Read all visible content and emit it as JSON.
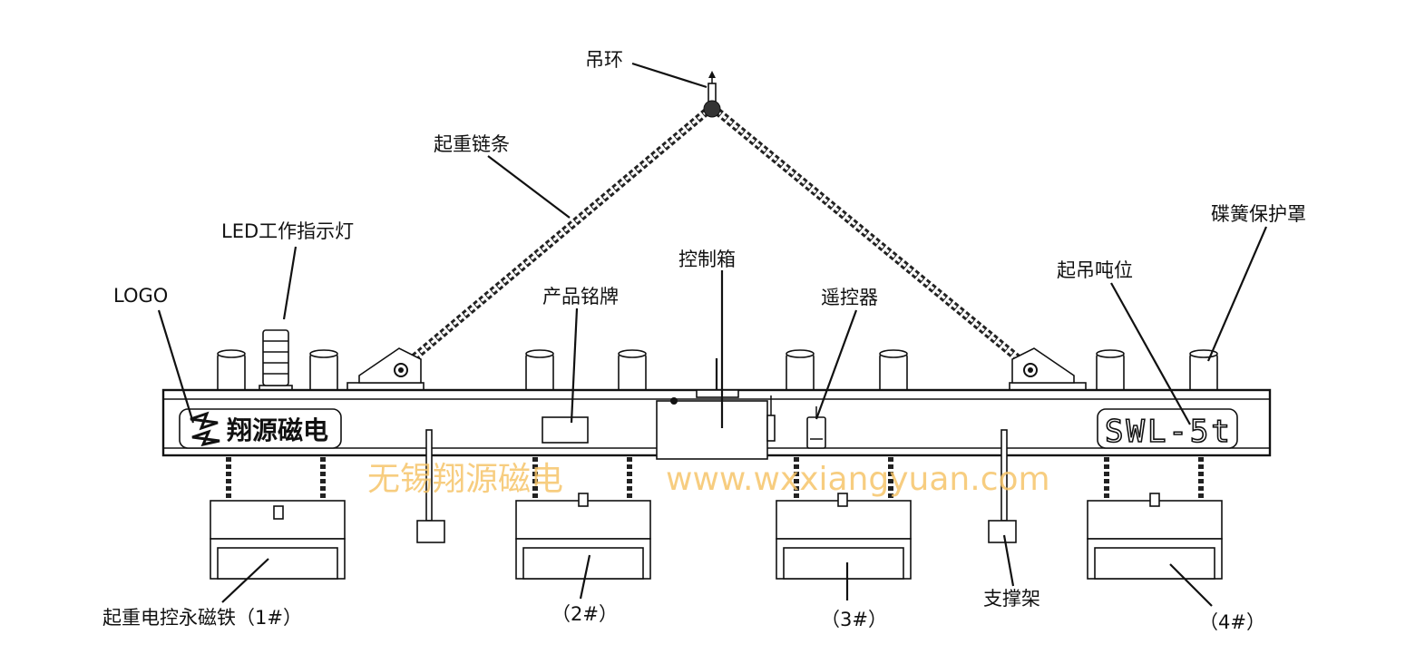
{
  "labels": {
    "hook": "吊环",
    "chain": "起重链条",
    "led": "LED工作指示灯",
    "logo": "LOGO",
    "nameplate": "产品铭牌",
    "control_box": "控制箱",
    "remote": "遥控器",
    "tonnage": "起吊吨位",
    "spring_cover": "碟簧保护罩",
    "support": "支撑架",
    "magnet_1": "起重电控永磁铁（1#）",
    "magnet_2": "（2#）",
    "magnet_3": "（3#）",
    "magnet_4": "（4#）"
  },
  "beam": {
    "logo_text": "翔源磁电",
    "swl_text": "SWL-5t"
  },
  "watermark": {
    "company": "无锡翔源磁电",
    "url": "www.wxxiangyuan.com"
  },
  "colors": {
    "line": "#111111",
    "watermark": "#f6c56a",
    "background": "#ffffff"
  }
}
